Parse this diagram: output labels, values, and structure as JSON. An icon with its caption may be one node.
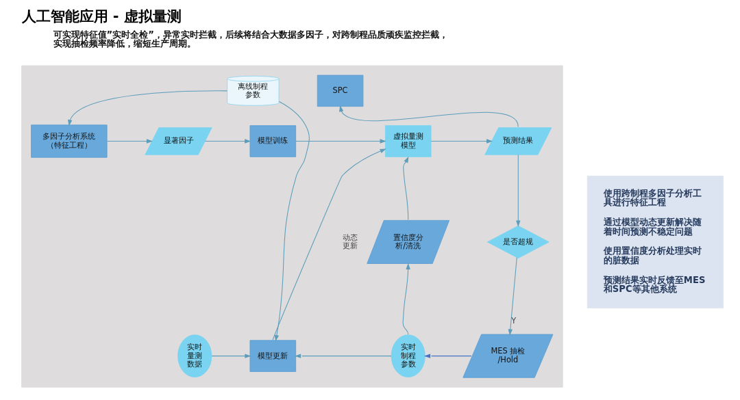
{
  "diagram": {
    "title": "人工智能应用 - 虚拟量测",
    "nodes": [
      {
        "text": [],
        "shape": "box"
      },
      {
        "text": [
          "离线制程参数"
        ],
        "in": 0
      },
      {
        "text": [
          "SPC"
        ],
        "in": 0
      },
      {
        "text": [
          "多因子分析系统（特征工程）"
        ],
        "in": 0
      },
      {
        "text": [
          "显著因子"
        ],
        "in": 0
      },
      {
        "text": [
          "模型训练"
        ],
        "in": 0
      },
      {
        "text": [
          "虚拟量测模型"
        ],
        "in": 0
      },
      {
        "text": [
          "预测结果"
        ],
        "in": 0
      },
      {
        "text": [
          "置信度分析/清洗"
        ],
        "in": 0
      },
      {
        "text": [
          "是否超规"
        ],
        "in": 0
      },
      {
        "text": [
          "模型更新"
        ],
        "in": 0
      },
      {
        "text": [
          "实时量测数据"
        ],
        "in": 0
      },
      {
        "text": [
          "实时制程参数"
        ],
        "in": 0
      },
      {
        "text": [
          "MES 抽检/Hold"
        ],
        "in": 0
      },
      {
        "text": [
          "使用跨制程多因子分析工具进行特征工程",
          "通过模型动态更新解决随着时间预测不稳定问题",
          "使用置信度分析处理实时的脏数据",
          "预测结果实时反馈至MES和SPC等其他系统"
        ]
      }
    ],
    "edges": [
      {
        "from": 1,
        "to": 3,
        "arrow": "to"
      },
      {
        "from": 1,
        "to": 10,
        "arrow": "to"
      },
      {
        "from": 11,
        "to": 10,
        "arrow": "to"
      },
      {
        "from": 3,
        "to": 4,
        "arrow": "to"
      },
      {
        "from": 4,
        "to": 5,
        "arrow": "to"
      },
      {
        "from": 5,
        "to": 6,
        "arrow": "to"
      },
      {
        "from": 10,
        "to": 6,
        "arrow": "to",
        "label": "动态更新"
      },
      {
        "from": 8,
        "to": 6,
        "arrow": "to"
      },
      {
        "from": 12,
        "to": 8,
        "arrow": "to"
      },
      {
        "from": 12,
        "to": 10,
        "arrow": "to"
      },
      {
        "from": 6,
        "to": 7,
        "arrow": "to"
      },
      {
        "from": 7,
        "to": 2,
        "arrow": "to"
      },
      {
        "from": 7,
        "to": 9,
        "arrow": "to"
      },
      {
        "from": 9,
        "to": 13,
        "arrow": "to",
        "label": "Y"
      },
      {
        "from": 13,
        "to": 12,
        "arrow": "to",
        "color": "#4472c4"
      }
    ],
    "labels": [
      "可实现特征值”实时全检”，异常实时拦截，后续将结合大数据多因子，对跨制程品质顽疾监控拦截，实现抽检频率降低，缩短生产周期。"
    ]
  }
}
